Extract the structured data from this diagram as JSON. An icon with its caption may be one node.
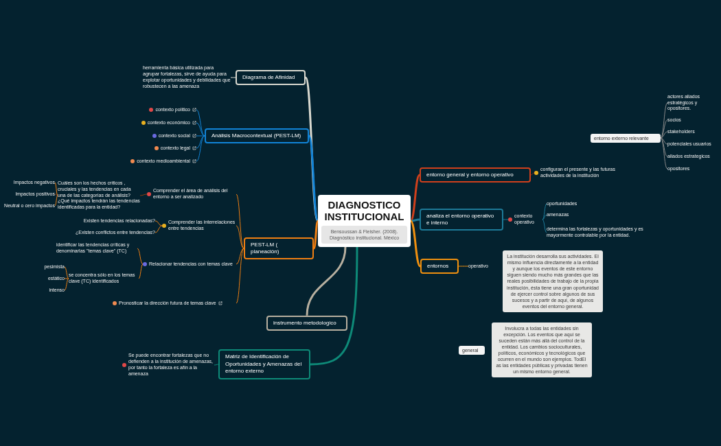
{
  "diagram": {
    "nodes": [
      {
        "text": [
          "DIAGNOSTICO INSTITUCIONAL",
          "Bensoussan & Fleisher. (2008). Diagnóstico institucional. México"
        ]
      },
      {
        "text": [
          "Diagrama de Afinidad"
        ]
      },
      {
        "text": [
          "herramienta básica utilizada para agrupar fortalezas, sirve de ayuda para explotar oportunidades y debilidades que robustecen a las amenaza"
        ]
      },
      {
        "text": [
          "Análisis Macrocontextual  (PEST-LM)"
        ]
      },
      {
        "text": [
          "contexto político"
        ]
      },
      {
        "text": [
          "contexto económico"
        ]
      },
      {
        "text": [
          "contexto social"
        ]
      },
      {
        "text": [
          "contexto legal"
        ]
      },
      {
        "text": [
          "contexto medioambiental"
        ]
      },
      {
        "text": [
          "PEST-LM ( planeación)"
        ]
      },
      {
        "text": [
          "Comprender el área de análisis del entorno a ser analizado"
        ]
      },
      {
        "text": [
          "Cuáles son los hechos críticos , cruciales y las tendencias en cada una de las categorías de análisis?   ¿Qué impactos tendrán las tendencias identificadas para la entidad?"
        ]
      },
      {
        "text": [
          "Impactos negativos"
        ]
      },
      {
        "text": [
          "Impactos positivos"
        ]
      },
      {
        "text": [
          "Neutral o cero impactos"
        ]
      },
      {
        "text": [
          "Comprender las interrelaciones entre tendencias"
        ]
      },
      {
        "text": [
          "Existen tendencias relacionadas?"
        ]
      },
      {
        "text": [
          "¿Existen conflictos entre tendencias?"
        ]
      },
      {
        "text": [
          "Relacionar tendencias con temas clave"
        ]
      },
      {
        "text": [
          "identificar las tendencias críticas y denominarlas \"temas clave\" (TC)"
        ]
      },
      {
        "text": [
          "se concentra sólo en los temas clave (TC) identificados"
        ]
      },
      {
        "text": [
          "pesimista"
        ]
      },
      {
        "text": [
          "estático"
        ]
      },
      {
        "text": [
          "intenso"
        ]
      },
      {
        "text": [
          "Pronosticar la dirección futura de temas clave"
        ]
      },
      {
        "text": [
          "instrumento metodologico"
        ]
      },
      {
        "text": [
          "Matriz  de Identificación de Oportunidades y Amenazas del entorno externo"
        ]
      },
      {
        "text": [
          "Se puede encontrar  fortalezas que no defienden a la institución de amenazas, por tanto la fortaleza es afín a la amenaza"
        ]
      },
      {
        "text": [
          "entorno general y entorno operativo"
        ]
      },
      {
        "text": [
          "configuran el presente y las futuras actividades de la institución"
        ]
      },
      {
        "text": [
          "entorno externo relevante"
        ]
      },
      {
        "text": [
          "actores  aliados estratégicos y opositores."
        ]
      },
      {
        "text": [
          "socios"
        ]
      },
      {
        "text": [
          "stakeholders"
        ]
      },
      {
        "text": [
          "potenciales usuarios"
        ]
      },
      {
        "text": [
          "aliados estrategicos"
        ]
      },
      {
        "text": [
          "opositores"
        ]
      },
      {
        "text": [
          "analiza el entorno operativo e interno"
        ]
      },
      {
        "text": [
          "contexto operativo"
        ]
      },
      {
        "text": [
          "oportunidades"
        ]
      },
      {
        "text": [
          "amenazas"
        ]
      },
      {
        "text": [
          "determina las fortalezas y oportunidades y es mayormente controlable por la entidad."
        ]
      },
      {
        "text": [
          "entornos"
        ]
      },
      {
        "text": [
          "operativo"
        ]
      },
      {
        "text": [
          "La institución desarrolla sus actividades. El mismo influencia directamente a la entidad y aunque los eventos de este entorno siguen siendo mucho más grandes que las reales posibilidades de trabajo de la propia institución, ésta tiene una gran oportunidad de ejercer control sobre algunos de sus sucesos y a partir de aquí, de algunos eventos del entorno general."
        ]
      },
      {
        "text": [
          "general"
        ]
      },
      {
        "text": [
          "Involucra a todas las entidades sin excepción. Los eventos que aquí se suceden están más allá del control de la entidad. Los cambios socioculturales, políticos, económicos y tecnológicos que ocurren en el mundo son ejemplos. TodEl as las entidades públicas y privadas tienen un mismo entorno general."
        ]
      }
    ],
    "edges": [
      {
        "from": 0,
        "to": 1,
        "arrow": "none",
        "style": "thick",
        "color": "#d9d9d0"
      },
      {
        "from": 1,
        "to": 2,
        "arrow": "none",
        "color": "#d9d9d0"
      },
      {
        "from": 0,
        "to": 3,
        "arrow": "none",
        "style": "thick",
        "color": "#1184d8"
      },
      {
        "from": 3,
        "to": 4,
        "arrow": "none",
        "color": "#1184d8"
      },
      {
        "from": 3,
        "to": 5,
        "arrow": "none",
        "color": "#1184d8"
      },
      {
        "from": 3,
        "to": 6,
        "arrow": "none",
        "color": "#1184d8"
      },
      {
        "from": 3,
        "to": 7,
        "arrow": "none",
        "color": "#1184d8"
      },
      {
        "from": 3,
        "to": 8,
        "arrow": "none",
        "color": "#1184d8"
      },
      {
        "from": 0,
        "to": 9,
        "arrow": "none",
        "style": "thick",
        "color": "#f07f12"
      },
      {
        "from": 9,
        "to": 10,
        "arrow": "none",
        "color": "#f07f12"
      },
      {
        "from": 10,
        "to": 11,
        "arrow": "none",
        "color": "#8a3c10"
      },
      {
        "from": 11,
        "to": 12,
        "arrow": "none",
        "color": "#f07f12"
      },
      {
        "from": 11,
        "to": 13,
        "arrow": "none",
        "color": "#8a3c10"
      },
      {
        "from": 11,
        "to": 14,
        "arrow": "none",
        "color": "#f07f12"
      },
      {
        "from": 9,
        "to": 15,
        "arrow": "none",
        "color": "#f07f12"
      },
      {
        "from": 15,
        "to": 16,
        "arrow": "none",
        "color": "#f07f12"
      },
      {
        "from": 15,
        "to": 17,
        "arrow": "none",
        "color": "#f07f12"
      },
      {
        "from": 9,
        "to": 18,
        "arrow": "none",
        "color": "#f07f12"
      },
      {
        "from": 18,
        "to": 19,
        "arrow": "none",
        "color": "#f07f12"
      },
      {
        "from": 18,
        "to": 20,
        "arrow": "none",
        "color": "#f07f12"
      },
      {
        "from": 20,
        "to": 21,
        "arrow": "none",
        "color": "#f07f12"
      },
      {
        "from": 20,
        "to": 22,
        "arrow": "none",
        "color": "#f07f12"
      },
      {
        "from": 20,
        "to": 23,
        "arrow": "none",
        "color": "#f07f12"
      },
      {
        "from": 9,
        "to": 24,
        "arrow": "none",
        "color": "#f07f12"
      },
      {
        "from": 0,
        "to": 25,
        "arrow": "none",
        "style": "thick",
        "color": "#b8b0a0"
      },
      {
        "from": 0,
        "to": 26,
        "arrow": "none",
        "style": "thick",
        "color": "#0e8a78"
      },
      {
        "from": 26,
        "to": 27,
        "arrow": "none",
        "color": "#0e8a78"
      },
      {
        "from": 0,
        "to": 28,
        "arrow": "none",
        "style": "thick",
        "color": "#d0401c"
      },
      {
        "from": 28,
        "to": 29,
        "arrow": "none",
        "color": "#8a2c14"
      },
      {
        "from": 30,
        "to": 31,
        "arrow": "none",
        "color": "#8a8a8a"
      },
      {
        "from": 30,
        "to": 32,
        "arrow": "none",
        "color": "#8a8a8a"
      },
      {
        "from": 30,
        "to": 33,
        "arrow": "none",
        "color": "#8a8a8a"
      },
      {
        "from": 30,
        "to": 34,
        "arrow": "none",
        "color": "#8a8a8a"
      },
      {
        "from": 30,
        "to": 35,
        "arrow": "none",
        "color": "#8a8a8a"
      },
      {
        "from": 30,
        "to": 36,
        "arrow": "none",
        "color": "#8a8a8a"
      },
      {
        "from": 0,
        "to": 37,
        "arrow": "none",
        "style": "thick",
        "color": "#1d7a98"
      },
      {
        "from": 37,
        "to": 38,
        "arrow": "none",
        "color": "#1d7a98"
      },
      {
        "from": 38,
        "to": 39,
        "arrow": "none",
        "color": "#1d7a98"
      },
      {
        "from": 38,
        "to": 40,
        "arrow": "none",
        "color": "#1d7a98"
      },
      {
        "from": 38,
        "to": 41,
        "arrow": "none",
        "color": "#1d7a98"
      },
      {
        "from": 0,
        "to": 42,
        "arrow": "none",
        "style": "thick",
        "color": "#f0900f"
      },
      {
        "from": 42,
        "to": 43,
        "arrow": "none",
        "color": "#f0900f"
      }
    ]
  }
}
